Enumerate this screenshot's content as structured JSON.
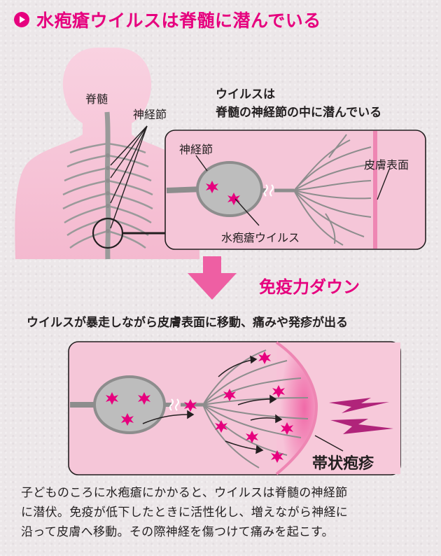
{
  "header": {
    "title": "水疱瘡ウイルスは脊髄に潜んでいる"
  },
  "labels": {
    "spine": "脊髄",
    "ganglion_body": "神経節",
    "caption_line1": "ウイルスは",
    "caption_line2": "脊髄の神経節の中に潜んでいる",
    "ganglion_box": "神経節",
    "skin_surface": "皮膚表面",
    "varicella_virus": "水疱瘡ウイルス",
    "immune_down": "免疫力ダウン",
    "mid_caption": "ウイルスが暴走しながら皮膚表面に移動、痛みや発疹が出る",
    "shingles": "帯状疱疹"
  },
  "description": {
    "line1": "子どものころに水疱瘡にかかると、ウイルスは脊髄の神経節",
    "line2": "に潜伏。免疫が低下したときに活性化し、増えながら神経に",
    "line3": "沿って皮膚へ移動。その際神経を傷つけて痛みを起こす。"
  },
  "colors": {
    "accent": "#e6007e",
    "body_pink": "#f7c7d9",
    "box_pink": "#f5c6d8",
    "nerve_gray": "#8d8d8d",
    "ganglion_gray": "#bdbdbd"
  },
  "icons": [
    "play-icon",
    "down-arrow-icon",
    "lightning-icon",
    "virus-icon",
    "motion-arrow-icon"
  ]
}
